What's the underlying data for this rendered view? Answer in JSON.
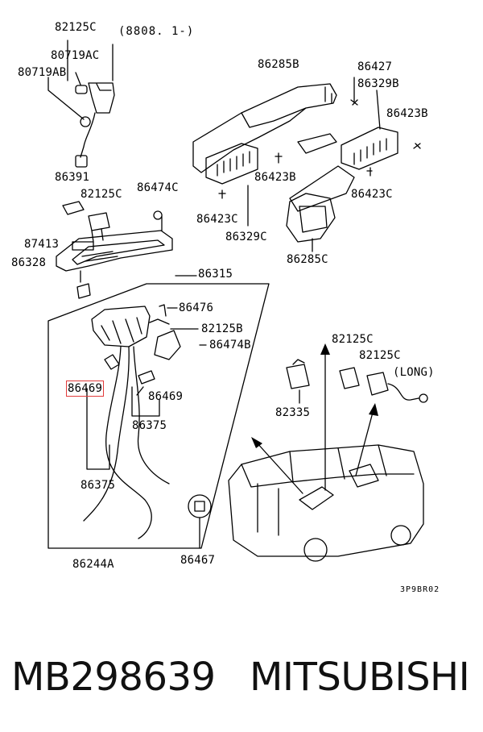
{
  "diagram": {
    "date_note": "(8808. 1-)",
    "drawing_code": "3P9BR02",
    "highlighted_part": "86469",
    "labels": [
      "82125C",
      "80719AC",
      "80719AB",
      "86391",
      "82125C",
      "86474C",
      "87413",
      "86328",
      "86315",
      "86476",
      "82125B",
      "86474B",
      "86469",
      "86469",
      "86375",
      "86375",
      "86244A",
      "86467",
      "82335",
      "82125C",
      "82125C",
      "(LONG)",
      "86285B",
      "86427",
      "86329B",
      "86423B",
      "86423B",
      "86423C",
      "86423C",
      "86329C",
      "86285C"
    ]
  },
  "footer": {
    "part_number": "MB298639",
    "brand": "MITSUBISHI"
  }
}
